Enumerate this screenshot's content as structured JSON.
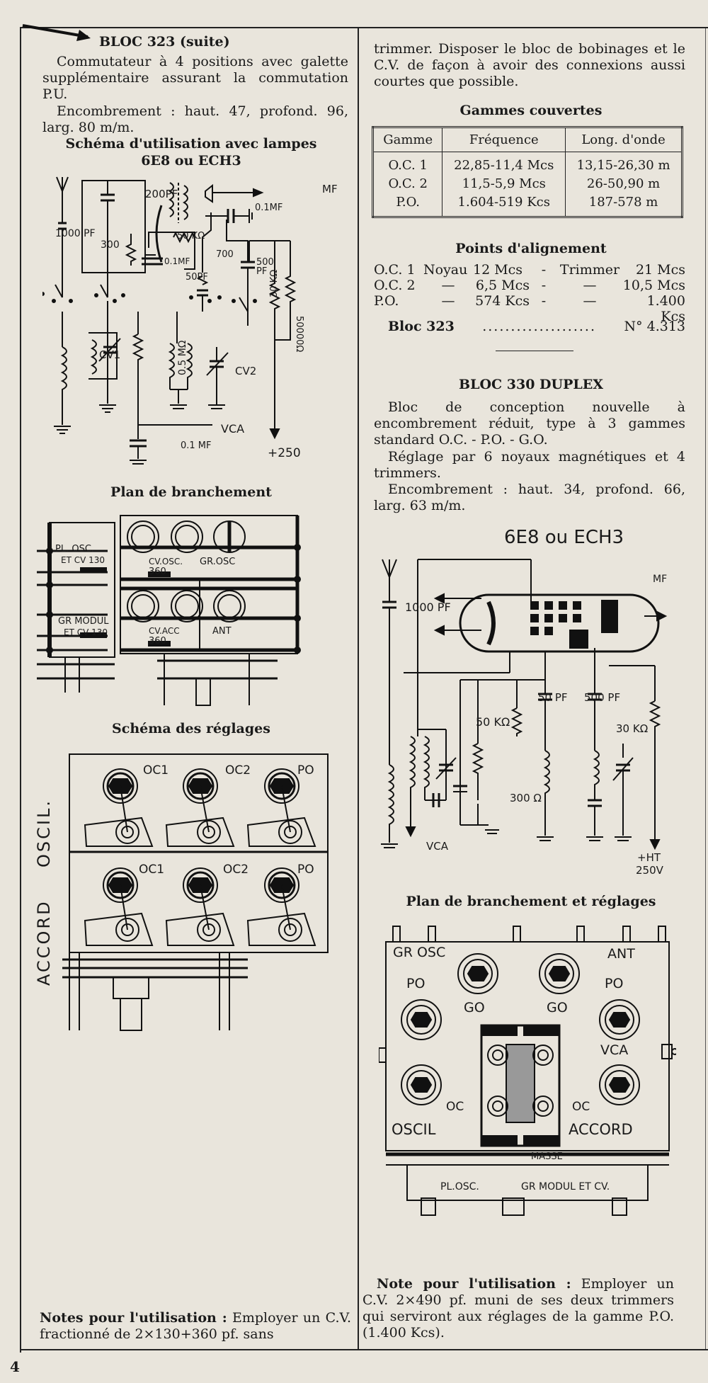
{
  "left": {
    "title": "BLOC 323 (suite)",
    "intro": "Commutateur à 4 positions avec galette supplémentaire assurant la commutation P.U.",
    "dimensions": "Encombrement : haut. 47, profond. 96, larg. 80 m/m.",
    "schema_title_1": "Schéma d'utilisation avec lampes",
    "schema_title_2": "6E8 ou ECH3",
    "schema_labels": {
      "c200": "200PF",
      "mf": "MF",
      "c01mf_top": "0.1MF",
      "r50k": "50 KΩ",
      "r300": "300",
      "c01mf_mid": "0.1MF",
      "r700": "700",
      "c500": "500",
      "c500_unit": "PF",
      "c50pf": "50PF",
      "c1000": "1000 PF",
      "r30k": "30 KΩ",
      "r50000": "50000Ω",
      "cv1": "CV1",
      "r05m": "0.5 MΩ",
      "cv2": "CV2",
      "vca": "VCA",
      "c01mf_bot": "0.1 MF",
      "plus250": "+250"
    },
    "plan_title": "Plan de branchement",
    "plan_labels": {
      "pl_osc": "PL. OSC.",
      "et_cv130": "ET CV 130",
      "cv_osc": "CV.OSC.",
      "n360a": "360",
      "gr_osc": "GR.OSC",
      "gr_modul": "GR MODUL",
      "et_cv130b": "ET CV 130",
      "cv_acc": "CV.ACC",
      "n360b": "360",
      "ant": "ANT"
    },
    "reglages_title": "Schéma des réglages",
    "reglages_labels": {
      "oscil": "OSCIL.",
      "accord": "ACCORD",
      "oc1a": "OC1",
      "oc2a": "OC2",
      "poa": "PO",
      "oc1b": "OC1",
      "oc2b": "OC2",
      "pob": "PO"
    },
    "notes_label": "Notes pour l'utilisation :",
    "notes_text": "Employer un C.V. fractionné de 2×130+360 pf. sans"
  },
  "right": {
    "continuation": "trimmer. Disposer le bloc de bobinages et le C.V. de façon à avoir des connexions aussi courtes que possible.",
    "gammes_title": "Gammes couvertes",
    "gammes_headers": [
      "Gamme",
      "Fréquence",
      "Long. d'onde"
    ],
    "gammes_rows": [
      [
        "O.C. 1",
        "22,85-11,4 Mcs",
        "13,15-26,30 m"
      ],
      [
        "O.C. 2",
        "11,5-5,9 Mcs",
        "26-50,90 m"
      ],
      [
        "P.O.",
        "1.604-519 Kcs",
        "187-578 m"
      ]
    ],
    "alignement_title": "Points d'alignement",
    "alignement_rows": [
      [
        "O.C. 1",
        "Noyau",
        "12 Mcs",
        "-",
        "Trimmer",
        "21 Mcs"
      ],
      [
        "O.C. 2",
        "—",
        "6,5 Mcs",
        "-",
        "—",
        "10,5 Mcs"
      ],
      [
        "P.O.",
        "—",
        "574 Kcs",
        "-",
        "—",
        "1.400 Kcs"
      ]
    ],
    "bloc_ref_label": "Bloc 323",
    "bloc_ref_dots": "....................",
    "bloc_ref_number": "N° 4.313",
    "bloc330_title": "BLOC 330 DUPLEX",
    "bloc330_p1": "Bloc de conception nouvelle à encombrement réduit, type à 3 gammes standard O.C. - P.O. - G.O.",
    "bloc330_p2": "Réglage par 6 noyaux magnétiques et 4 trimmers.",
    "bloc330_p3": "Encombrement : haut. 34, profond. 66, larg. 63 m/m.",
    "schema2_labels": {
      "title": "6E8 ou ECH3",
      "c1000": "1000 PF",
      "mf": "MF",
      "r50k": "50 KΩ",
      "c50": "50 PF",
      "c500": "500 PF",
      "r30k": "30 KΩ",
      "r300": "300 Ω",
      "vca": "VCA",
      "ht": "+HT",
      "v250": "250V"
    },
    "plan2_title": "Plan de branchement et réglages",
    "plan2_labels": {
      "gr_osc": "GR OSC",
      "ant": "ANT",
      "po1": "PO",
      "go1": "GO",
      "go2": "GO",
      "po2": "PO",
      "vca": "VCA",
      "oc1": "OC",
      "oc2": "OC",
      "oscil": "OSCIL",
      "accord": "ACCORD",
      "masse": "MASSE",
      "pl_osc": "PL.OSC.",
      "gr_modul": "GR MODUL ET CV."
    },
    "note_label": "Note pour l'utilisation :",
    "note_text": "Employer un C.V. 2×490 pf. muni de ses deux trimmers qui serviront aux réglages de la gamme P.O. (1.400 Kcs)."
  },
  "page_number": "4"
}
